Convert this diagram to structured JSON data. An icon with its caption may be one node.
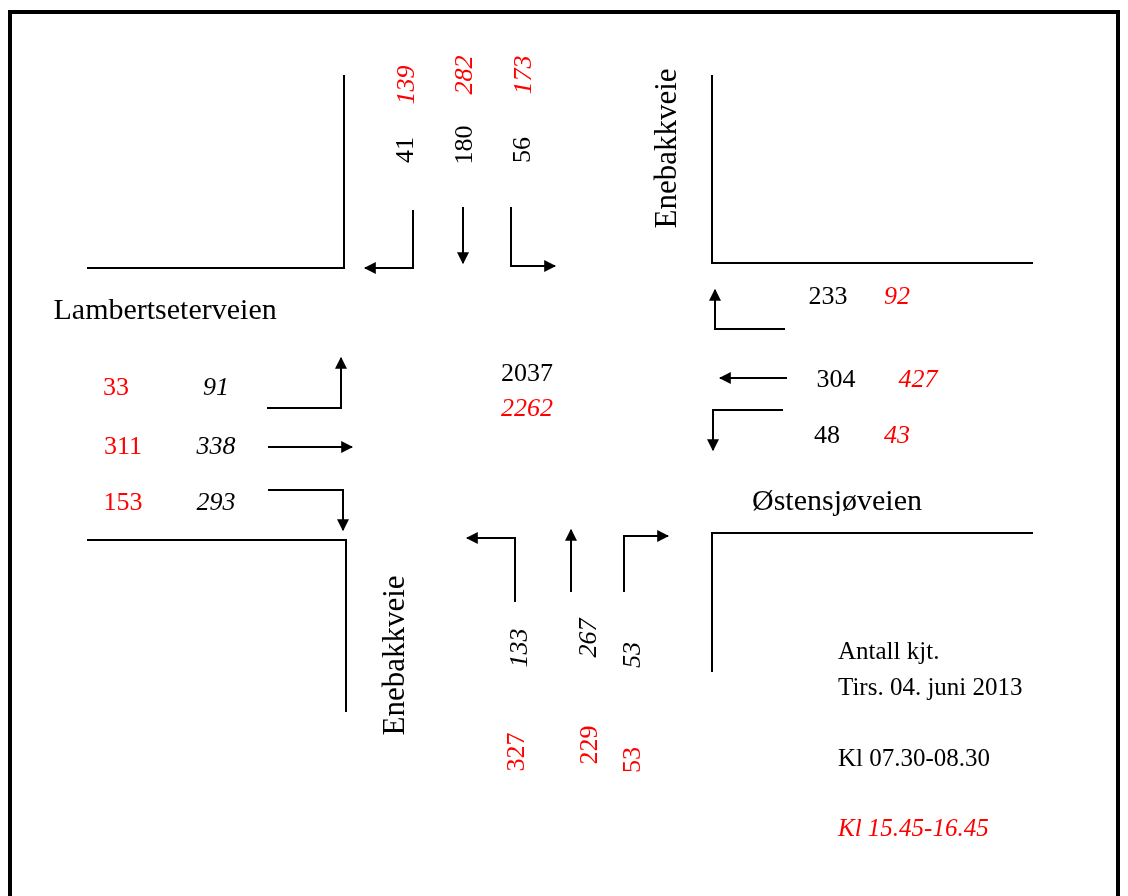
{
  "diagram": {
    "labels": [
      "139",
      "282",
      "173",
      "41",
      "180",
      "56",
      "Enebakkveie",
      "Lambertseterveien",
      "233",
      "92",
      "33",
      "91",
      "2037",
      "304",
      "427",
      "2262",
      "311",
      "338",
      "48",
      "43",
      "153",
      "293",
      "Østensjøveien",
      "Enebakkveie",
      "133",
      "267",
      "53",
      "Antall kjt.",
      "Tirs. 04. juni 2013",
      "327",
      "229",
      "53",
      "Kl 07.30-08.30",
      "Kl 15.45-16.45"
    ]
  }
}
